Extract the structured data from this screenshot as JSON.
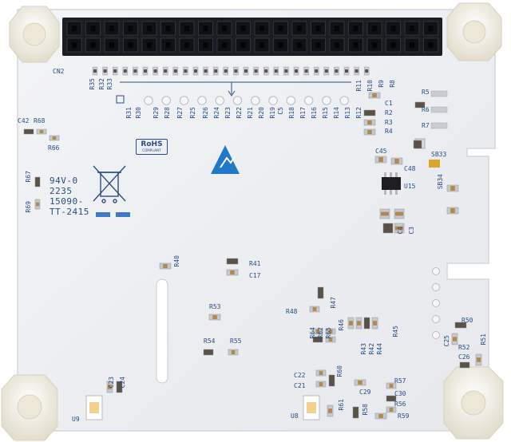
{
  "board": {
    "connector_label": "CN2",
    "rohs_label": "RoHS",
    "rohs_sub": "COMPLIANT",
    "marking_lines": [
      "94V-0",
      "2235",
      "15090-",
      "TT-2415"
    ],
    "labels_top_vertical": [
      "R35",
      "R32",
      "R33",
      "R31",
      "R30",
      "R29",
      "R28",
      "R27",
      "R25",
      "R26",
      "R24",
      "R23",
      "R22",
      "R21",
      "R20",
      "R19",
      "R18",
      "R17",
      "R16",
      "R15",
      "R14",
      "R13",
      "R12"
    ],
    "labels_top_right": [
      "R11",
      "R10",
      "R9",
      "R8"
    ],
    "labels_right": [
      "R5",
      "R6",
      "R7",
      "R2",
      "R3",
      "R4"
    ],
    "labels_misc": {
      "c1": "C1",
      "c42": "C42",
      "r68": "R68",
      "r66": "R66",
      "r67": "R67",
      "r69": "R69",
      "c45": "C45",
      "c48": "C48",
      "sb33": "SB33",
      "sb34": "SB34",
      "u15": "U15",
      "c4": "C4",
      "c3": "C3",
      "r40": "R40",
      "r41": "R41",
      "c17": "C17",
      "r53": "R53",
      "r54": "R54",
      "r55": "R55",
      "r48": "R48",
      "r47": "R47",
      "r46": "R46",
      "r45": "R45",
      "r65": "R65",
      "r62": "R62",
      "r64": "R64",
      "r44": "R44",
      "r42": "R42",
      "r43": "R43",
      "r50": "R50",
      "r51": "R51",
      "r52": "R52",
      "c25": "C25",
      "c26": "C26",
      "c22": "C22",
      "c21": "C21",
      "r60": "R60",
      "r61": "R61",
      "c29": "C29",
      "r57": "R57",
      "c30": "C30",
      "r56": "R56",
      "r59": "R59",
      "r58": "R58",
      "c23": "C23",
      "c24": "C24",
      "u8": "U8",
      "u9": "U9",
      "c5": "C5"
    }
  },
  "colors": {
    "pcb": "#eef0f3",
    "header": "#1b1d22",
    "silkscreen": "#2b4d80",
    "esd": "#1f78c8",
    "standoff": "#f4f2ea",
    "pad": "#c9ccd1",
    "resistor": "#5a5147"
  }
}
